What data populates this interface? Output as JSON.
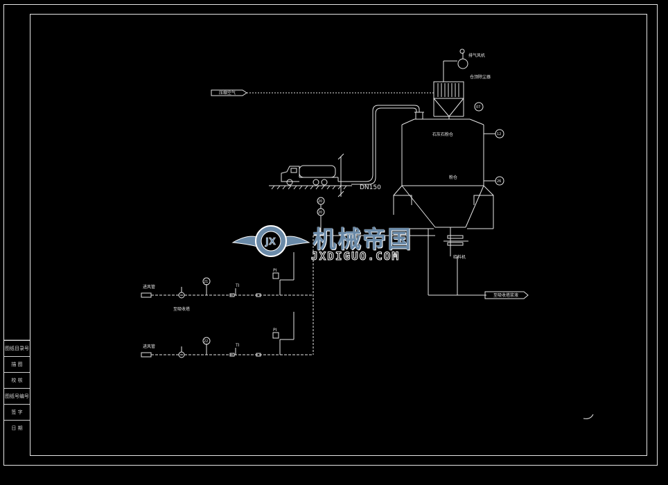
{
  "labels": {
    "dn150": "DN150",
    "silo_top": "石灰石粉仓",
    "silo_mid": "粉仓",
    "outlet_to": "至吸收塔浆液",
    "compressed_air": "压缩空气",
    "dust_collector": "仓顶除尘器",
    "exhaust_fan": "排气风机",
    "feeder": "给料机",
    "inlet_a": "进风管",
    "inlet_b": "进风管",
    "mid_note": "至吸收塔",
    "ti_a": "TI",
    "ti_b": "TI",
    "pi_a": "PI",
    "pi_b": "PI",
    "tag_20a": "20",
    "tag_20b": "20",
    "tag_07": "07",
    "tag_12": "12",
    "tag_26": "26",
    "tag_21": "21",
    "tag_22": "22"
  },
  "sidebar": {
    "rows": [
      "图纸目录号",
      "描  图",
      "校  核",
      "图纸号编号",
      "签  字",
      "日  期"
    ]
  },
  "watermark": {
    "title": "机械帝国",
    "url": "JXDIGUO.COM",
    "badge": "JX"
  },
  "colors": {
    "background": "#000000",
    "line": "#e6e6e6",
    "watermark_blue": "#6a8aa8"
  }
}
